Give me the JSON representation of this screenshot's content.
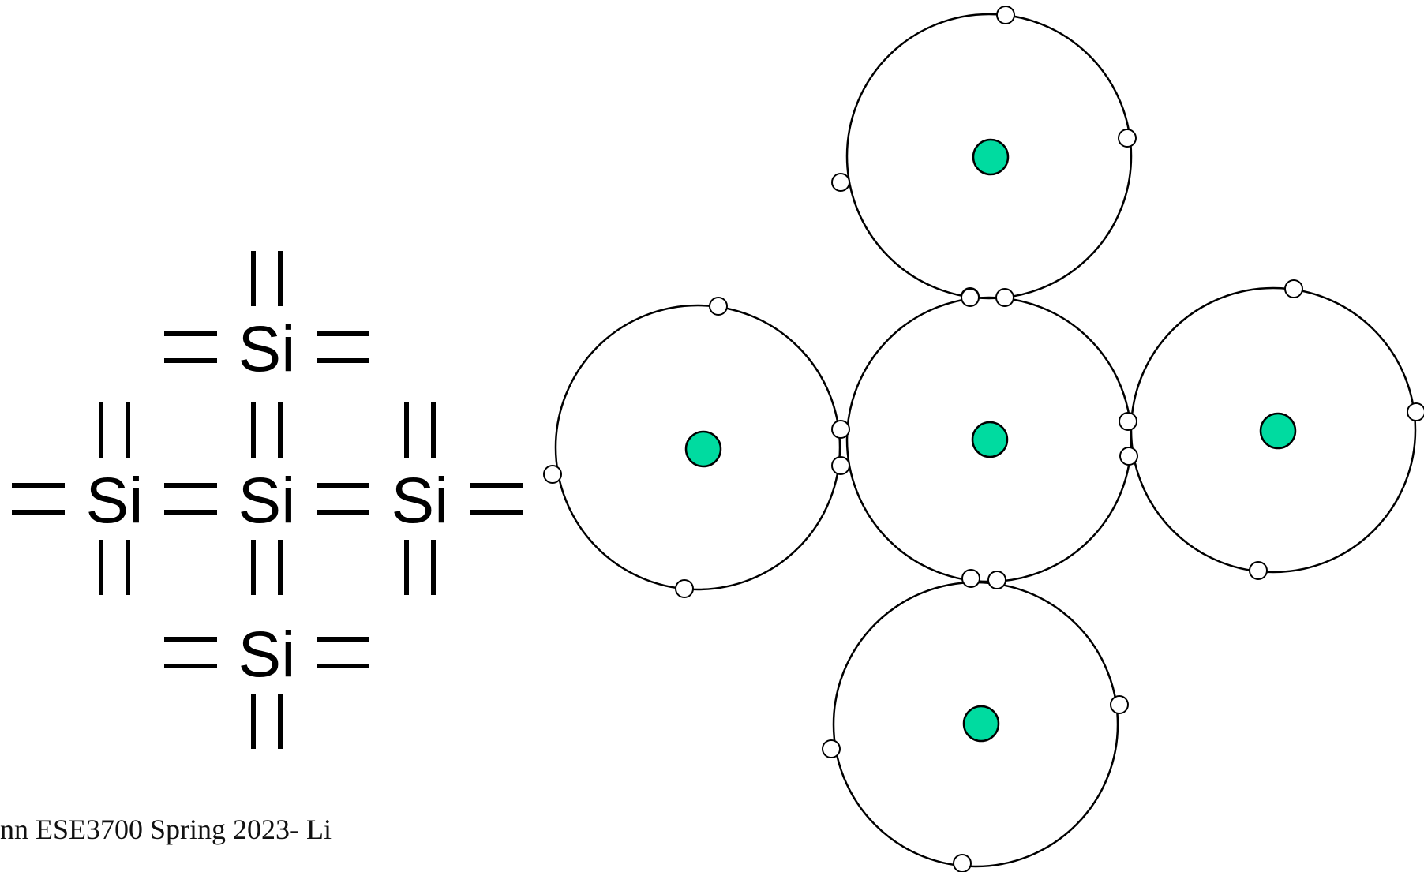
{
  "lattice": {
    "atom_symbol": "Si",
    "atoms": [
      {
        "id": "top",
        "bonds": [
          "up",
          "left",
          "right"
        ]
      },
      {
        "id": "left",
        "bonds": [
          "up",
          "down",
          "left"
        ]
      },
      {
        "id": "center",
        "bonds": [
          "up",
          "down",
          "left",
          "right"
        ]
      },
      {
        "id": "right",
        "bonds": [
          "up",
          "down",
          "right"
        ]
      },
      {
        "id": "bottom",
        "bonds": [
          "down",
          "left",
          "right"
        ]
      }
    ]
  },
  "bohr_model": {
    "nucleus_color": "#00dba0",
    "electron_color": "#ffffff",
    "shell_color": "#000000",
    "atoms": [
      "top",
      "left",
      "center",
      "right",
      "bottom"
    ]
  },
  "footer": {
    "text": "nn ESE3700 Spring 2023- Li"
  }
}
